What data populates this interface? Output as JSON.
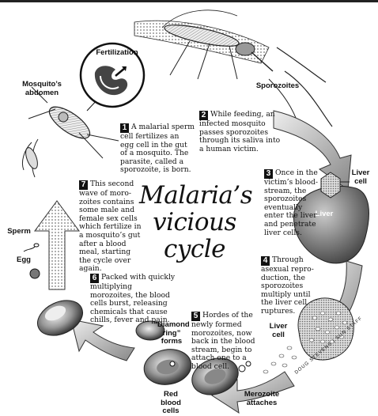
{
  "title": {
    "line1": "Malaria’s",
    "line2": "vicious",
    "line3": "cycle"
  },
  "labels": {
    "fertilization": "Fertilization",
    "mosquito_abdomen": "Mosquito’s abdomen",
    "sporozoites": "Sporozoites",
    "liver_cell_top": "Liver cell",
    "liver": "Liver",
    "liver_cell_bottom": "Liver cell",
    "merozoite_attaches": "Merozoite attaches",
    "red_blood_cells": "Red blood cells",
    "diamond_ring": "“Diamond ring” forms",
    "sperm": "Sperm",
    "egg": "Egg"
  },
  "steps": [
    {
      "num": "1",
      "text": "A malarial sperm cell fertilizes an egg cell in the gut of a mosquito. The parasite, called a sporozoite, is born."
    },
    {
      "num": "2",
      "text": "While feeding, an infected mosquito passes sporozoites through its saliva into a human victim."
    },
    {
      "num": "3",
      "text": "Once in the victim’s blood-stream, the sporozoites eventually enter the liver and penetrate liver cells."
    },
    {
      "num": "4",
      "text": "Through asexual repro-duction, the sporozoites multiply until the liver cell ruptures."
    },
    {
      "num": "5",
      "text": "Hordes of the newly formed morozoites, now back in the blood stream, begin to attach one to a blood cell."
    },
    {
      "num": "6",
      "text": "Packed with quickly multiplying morozoites, the blood cells burst, releasing chemicals that cause chills, fever and pain."
    },
    {
      "num": "7",
      "text": "This second wave of moro-zoites contains some male and female sex cells which fertilize in a mosquito’s gut after a blood meal, starting the cycle over again."
    }
  ],
  "credit": "DOUG STEVENS / SUN STAFF"
}
